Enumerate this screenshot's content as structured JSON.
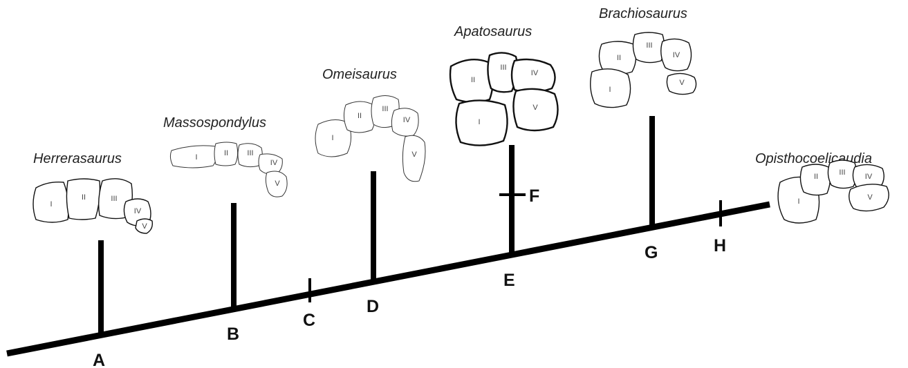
{
  "taxa": {
    "herrerasaurus": "Herrerasaurus",
    "massospondylus": "Massospondylus",
    "omeisaurus": "Omeisaurus",
    "apatosaurus": "Apatosaurus",
    "brachiosaurus": "Brachiosaurus",
    "opisthocoelicaudia": "Opisthocoelicaudia"
  },
  "nodes": {
    "a": "A",
    "b": "B",
    "c": "C",
    "d": "D",
    "e": "E",
    "f": "F",
    "g": "G",
    "h": "H"
  },
  "digits": {
    "i": "I",
    "ii": "II",
    "iii": "III",
    "iv": "IV",
    "v": "V"
  }
}
